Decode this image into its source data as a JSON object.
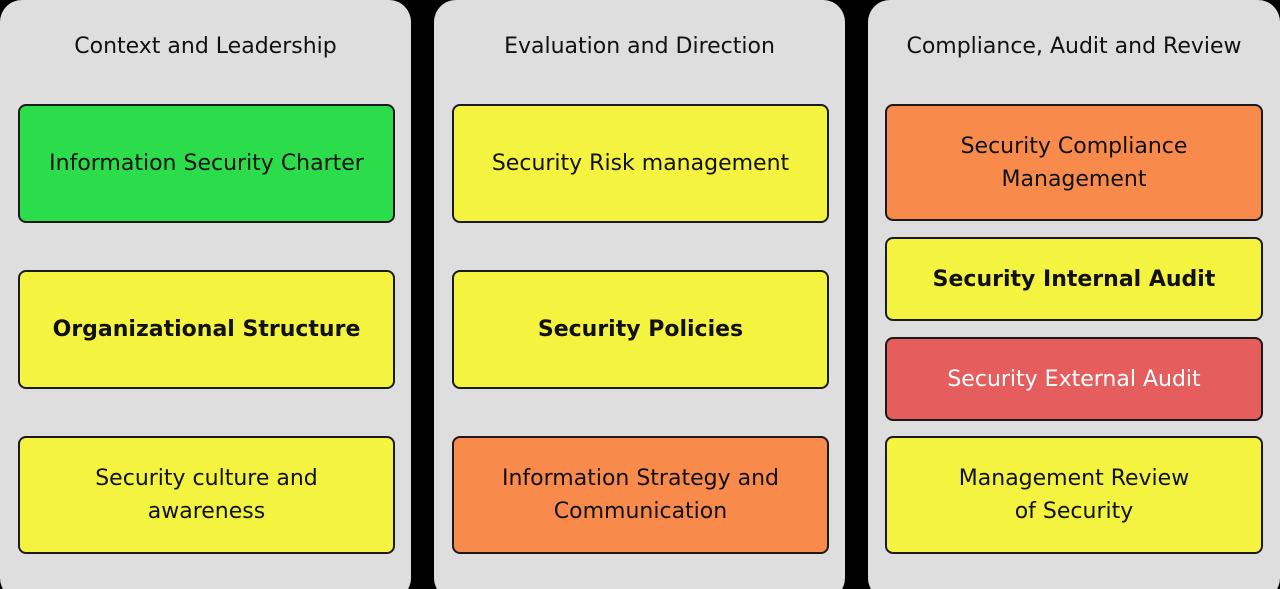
{
  "columns": [
    {
      "title": "Context and Leadership",
      "items": [
        {
          "label": "Information Security Charter"
        },
        {
          "label": "Organizational Structure"
        },
        {
          "label": "Security culture and\nawareness"
        }
      ]
    },
    {
      "title": "Evaluation and Direction",
      "items": [
        {
          "label": "Security Risk management"
        },
        {
          "label": "Security Policies"
        },
        {
          "label": "Information Strategy and\nCommunication"
        }
      ]
    },
    {
      "title": "Compliance, Audit and Review",
      "items": [
        {
          "label": "Security Compliance\nManagement"
        },
        {
          "label": "Security Internal Audit"
        },
        {
          "label": "Security External Audit"
        },
        {
          "label": "Management Review\nof Security"
        }
      ]
    }
  ],
  "colors": {
    "background": "#000000",
    "panel": "#dedede",
    "green": "#2bdd4b",
    "yellow": "#f4f440",
    "orange": "#f88a4c",
    "red": "#e55d5d"
  }
}
